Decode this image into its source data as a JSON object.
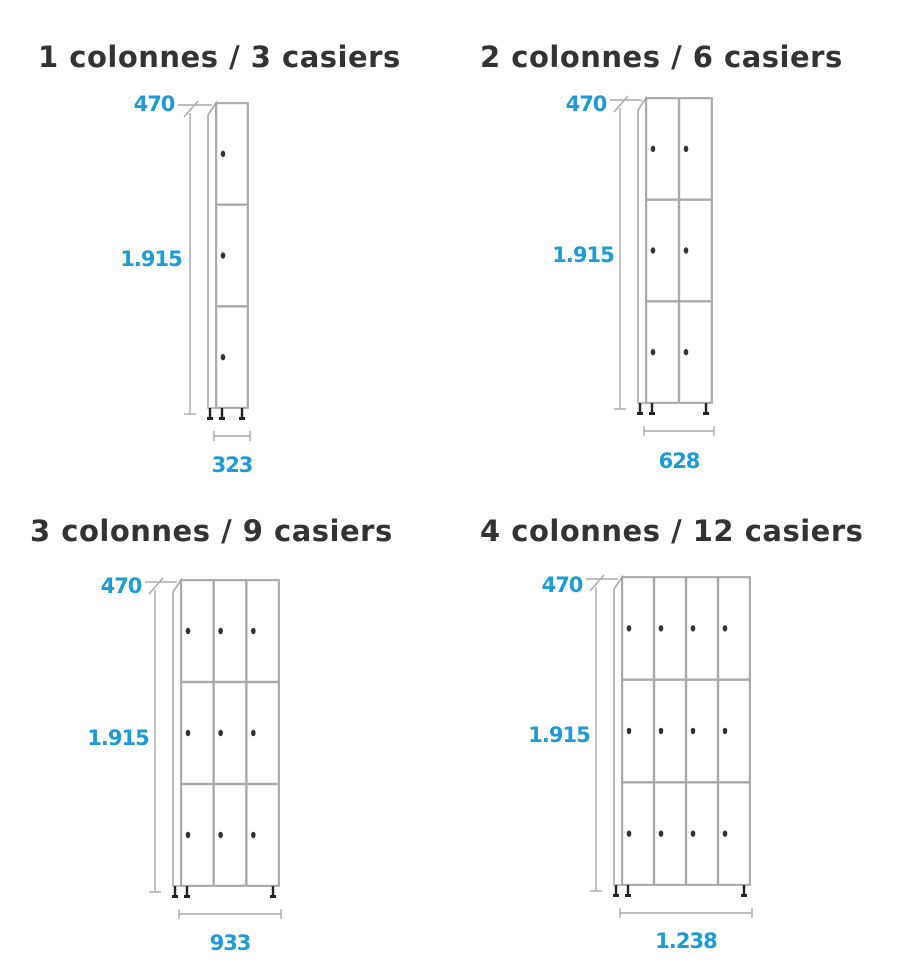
{
  "colors": {
    "dimension": "#1e9ad6",
    "title": "#333333",
    "outline": "#a9a9a9",
    "lock": "#333333"
  },
  "panels": [
    {
      "id": "p1",
      "title": "1 colonnes / 3 casiers",
      "columns": 1,
      "rows": 3,
      "depth": "470",
      "height": "1.915",
      "width": "323"
    },
    {
      "id": "p2",
      "title": "2 colonnes / 6 casiers",
      "columns": 2,
      "rows": 3,
      "depth": "470",
      "height": "1.915",
      "width": "628"
    },
    {
      "id": "p3",
      "title": "3 colonnes / 9 casiers",
      "columns": 3,
      "rows": 3,
      "depth": "470",
      "height": "1.915",
      "width": "933"
    },
    {
      "id": "p4",
      "title": "4 colonnes / 12 casiers",
      "columns": 4,
      "rows": 3,
      "depth": "470",
      "height": "1.915",
      "width": "1.238"
    }
  ]
}
